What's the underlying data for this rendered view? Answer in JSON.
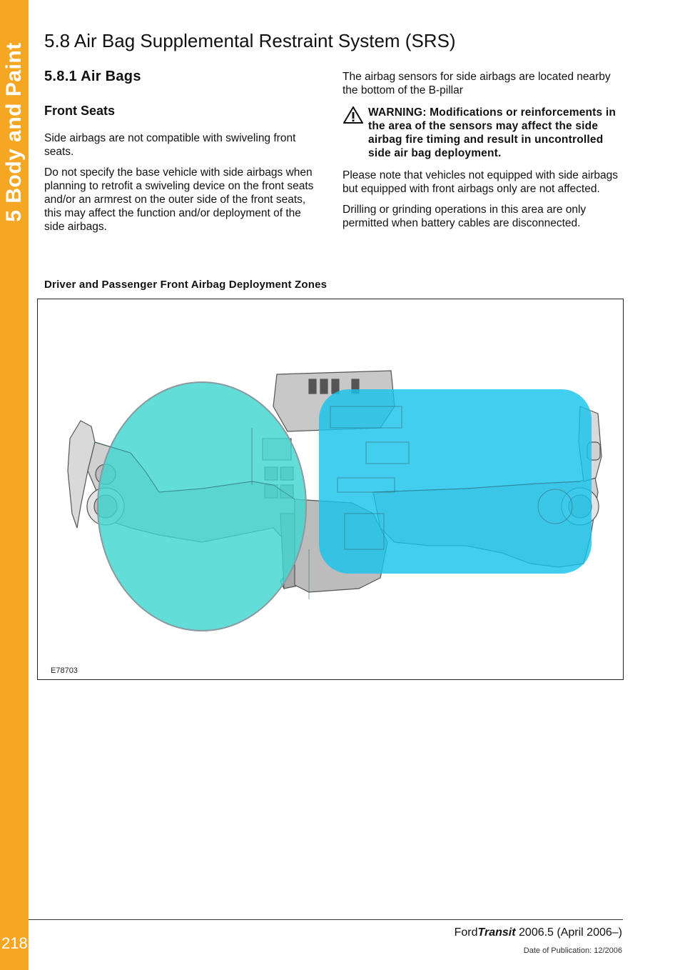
{
  "sidebar": {
    "tab_label": "5 Body and Paint",
    "page_number": "218",
    "accent_color": "#f5a623"
  },
  "header": {
    "section_title": "5.8 Air Bag Supplemental Restraint System (SRS)"
  },
  "left_column": {
    "subsection_title": "5.8.1 Air Bags",
    "heading": "Front Seats",
    "paragraphs": [
      "Side airbags are not compatible with swiveling front seats.",
      "Do not specify the base vehicle with side airbags when planning to retrofit a swiveling device on the front seats and/or an armrest on the outer side of the front seats, this may affect the function and/or deployment of the side airbags."
    ]
  },
  "right_column": {
    "intro": "The airbag sensors for side airbags are located nearby the bottom of the B-pillar",
    "warning": "WARNING: Modifications or reinforcements in the area of the sensors may affect the side airbag fire timing and result in uncontrolled side air bag deployment.",
    "paragraphs": [
      "Please note that vehicles not equipped with side airbags but equipped with front airbags only are not affected.",
      "Drilling or grinding operations in this area are only permitted when battery cables are disconnected."
    ]
  },
  "figure": {
    "caption": "Driver and Passenger Front Airbag Deployment Zones",
    "id": "E78703",
    "driver_zone_color": "#3fd6d0",
    "passenger_zone_color": "#19c3ec"
  },
  "footer": {
    "brand": "Ford",
    "model": "Transit",
    "edition": "2006.5 (April 2006–)",
    "publication_date": "Date of Publication: 12/2006"
  }
}
